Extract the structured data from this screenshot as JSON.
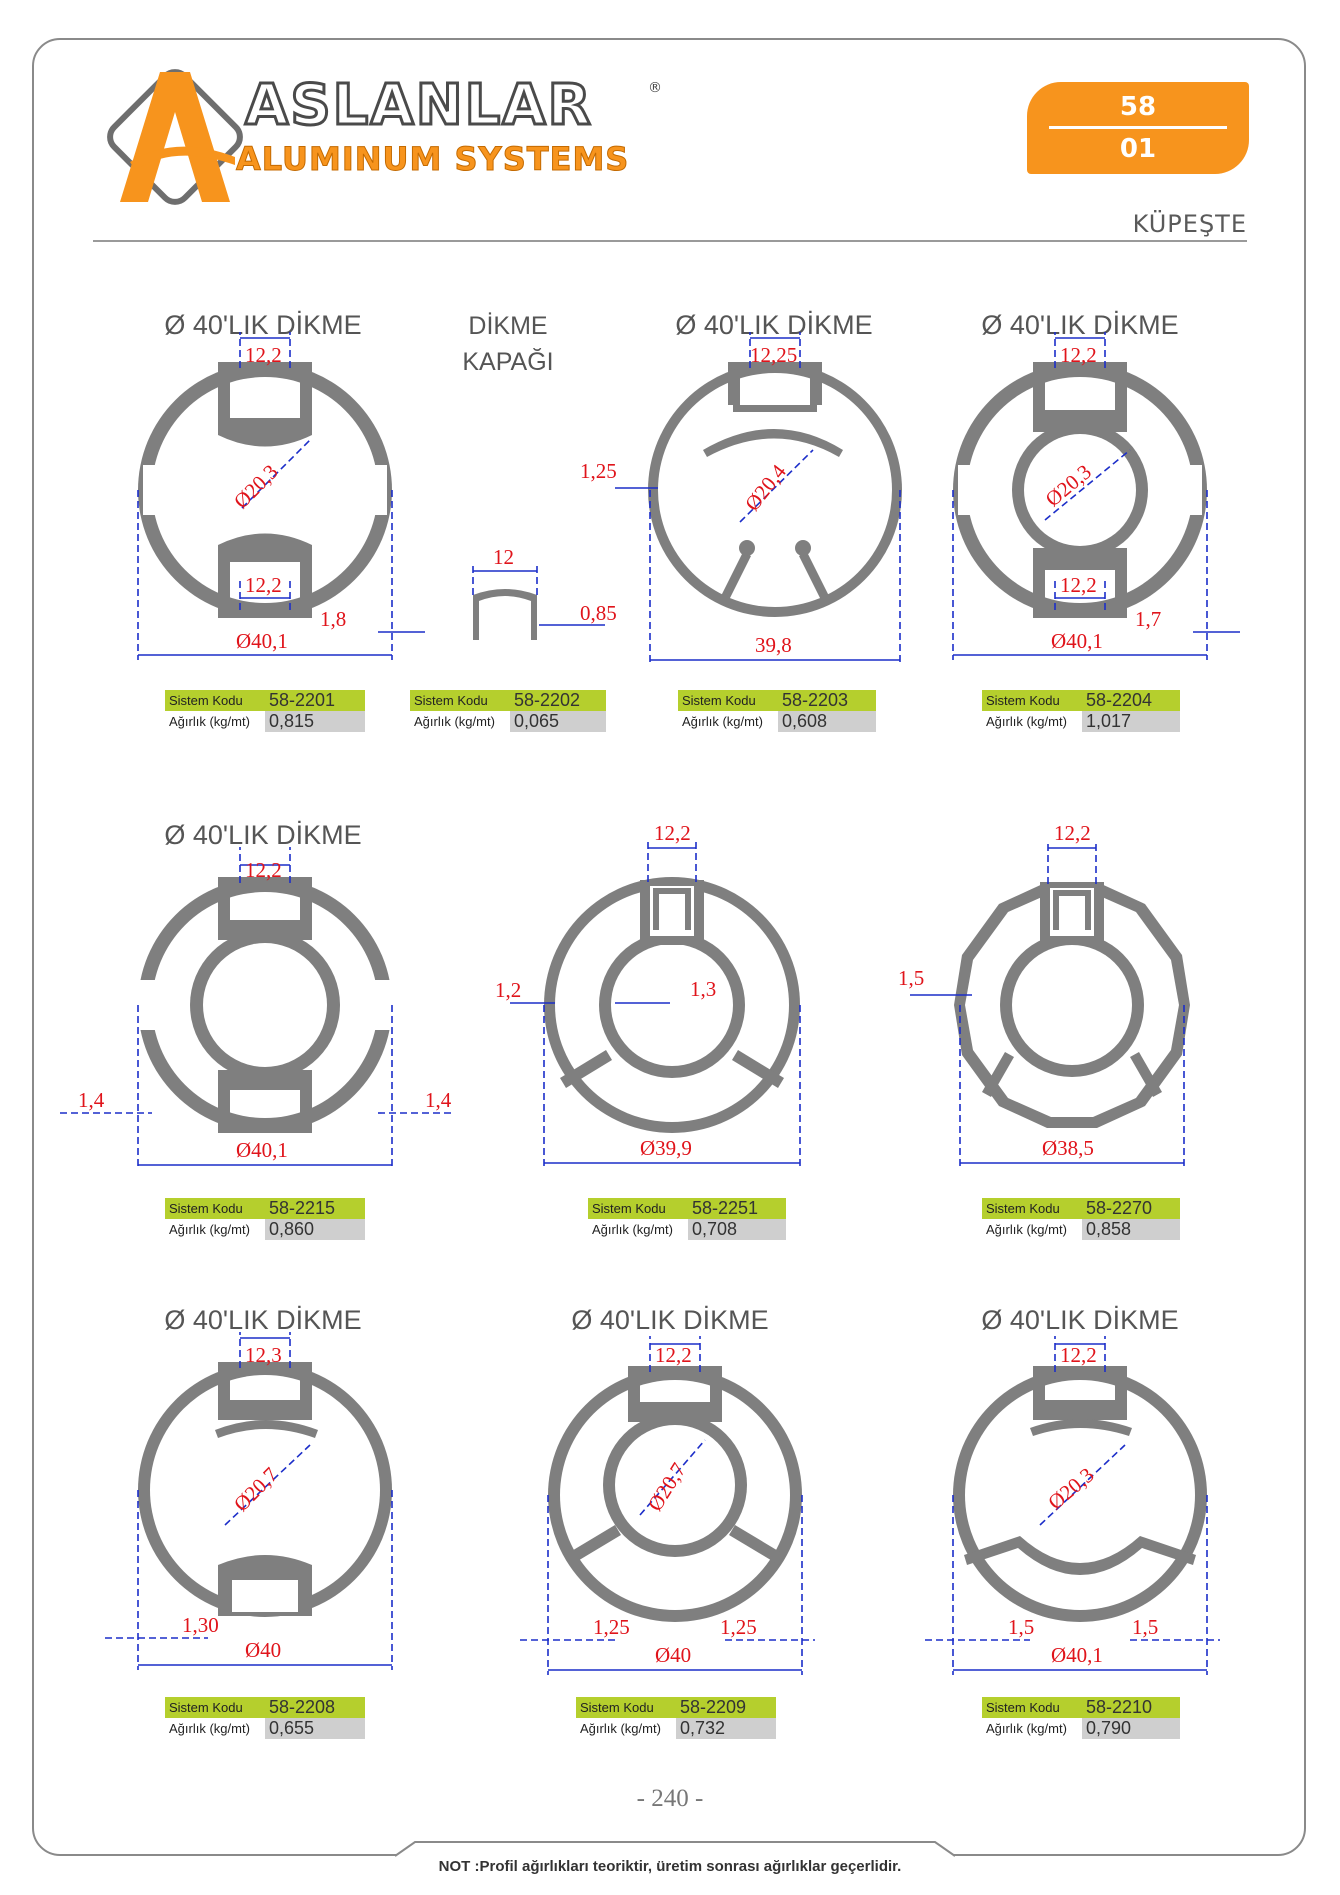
{
  "header": {
    "brand_name": "ASLANLAR",
    "brand_registered": "®",
    "brand_sub": "ALUMINUM SYSTEMS",
    "badge_top": "58",
    "badge_bottom": "01",
    "category": "KÜPEŞTE"
  },
  "colors": {
    "accent": "#f7941d",
    "profile": "#7f7f7f",
    "dimension_text": "#e0141b",
    "dimension_line": "#1c2ec9",
    "code_bg": "#b5cf2d",
    "weight_bg": "#cfcfcf"
  },
  "labels": {
    "code": "Sistem Kodu",
    "weight": "Ağırlık (kg/mt)"
  },
  "profiles": [
    {
      "title": "Ø 40'LIK DİKME",
      "code": "58-2201",
      "weight": "0,815",
      "dims": [
        "12,2",
        "Ø20,3",
        "12,2",
        "1,8",
        "Ø40,1"
      ]
    },
    {
      "title_line1": "DİKME",
      "title_line2": "KAPAĞI",
      "code": "58-2202",
      "weight": "0,065",
      "dims": [
        "12",
        "0,85"
      ]
    },
    {
      "title": "Ø 40'LIK DİKME",
      "code": "58-2203",
      "weight": "0,608",
      "dims": [
        "12,25",
        "1,25",
        "Ø20,4",
        "39,8"
      ]
    },
    {
      "title": "Ø 40'LIK DİKME",
      "code": "58-2204",
      "weight": "1,017",
      "dims": [
        "12,2",
        "Ø20,3",
        "12,2",
        "1,7",
        "Ø40,1"
      ]
    },
    {
      "title": "Ø 40'LIK DİKME",
      "code": "58-2215",
      "weight": "0,860",
      "dims": [
        "12,2",
        "1,4",
        "1,4",
        "Ø40,1"
      ]
    },
    {
      "code": "58-2251",
      "weight": "0,708",
      "dims": [
        "12,2",
        "1,2",
        "1,3",
        "Ø39,9"
      ]
    },
    {
      "code": "58-2270",
      "weight": "0,858",
      "dims": [
        "12,2",
        "1,5",
        "Ø38,5"
      ]
    },
    {
      "title": "Ø 40'LIK DİKME",
      "code": "58-2208",
      "weight": "0,655",
      "dims": [
        "12,3",
        "Ø20,7",
        "1,30",
        "Ø40"
      ]
    },
    {
      "title": "Ø 40'LIK DİKME",
      "code": "58-2209",
      "weight": "0,732",
      "dims": [
        "12,2",
        "Ø20,7",
        "1,25",
        "1,25",
        "Ø40"
      ]
    },
    {
      "title": "Ø 40'LIK DİKME",
      "code": "58-2210",
      "weight": "0,790",
      "dims": [
        "12,2",
        "Ø20,3",
        "1,5",
        "1,5",
        "Ø40,1"
      ]
    }
  ],
  "footer": {
    "page_number": "- 240 -",
    "note": "NOT :Profil ağırlıkları teoriktir, üretim sonrası ağırlıklar geçerlidir."
  }
}
